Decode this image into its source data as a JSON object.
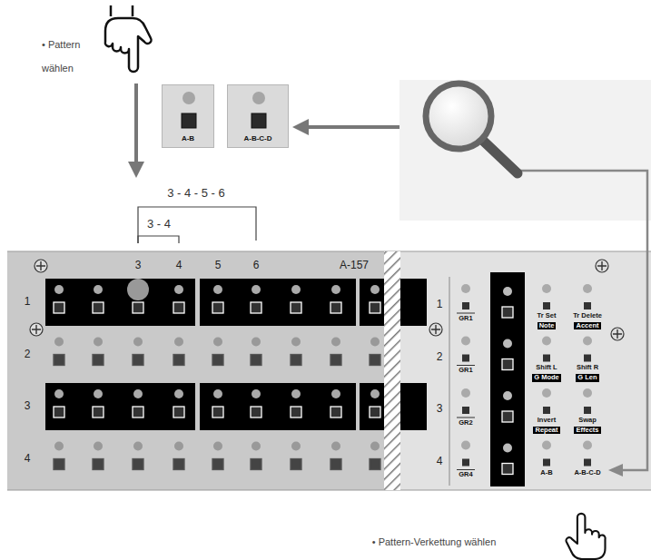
{
  "diagram": {
    "nodes": [
      {
        "text": [
          "A-B"
        ]
      },
      {
        "text": [
          "A-B-C-D"
        ]
      }
    ],
    "labels": [
      "• Pattern wählen",
      "3 - 4 - 5 - 6",
      "3 - 4",
      "3",
      "4",
      "5",
      "6",
      "A-157",
      "1",
      "2",
      "3",
      "4",
      "1",
      "2",
      "3",
      "4",
      "GR1",
      "GR1",
      "GR2",
      "GR4",
      "Tr Set",
      "Tr Delete",
      "Note",
      "Accent",
      "Shift L",
      "Shift R",
      "G Mode",
      "G Len",
      "Invert",
      "Swap",
      "Repeat",
      "Effects",
      "A-B",
      "A-B-C-D",
      "• Pattern-Verkettung wählen"
    ]
  }
}
